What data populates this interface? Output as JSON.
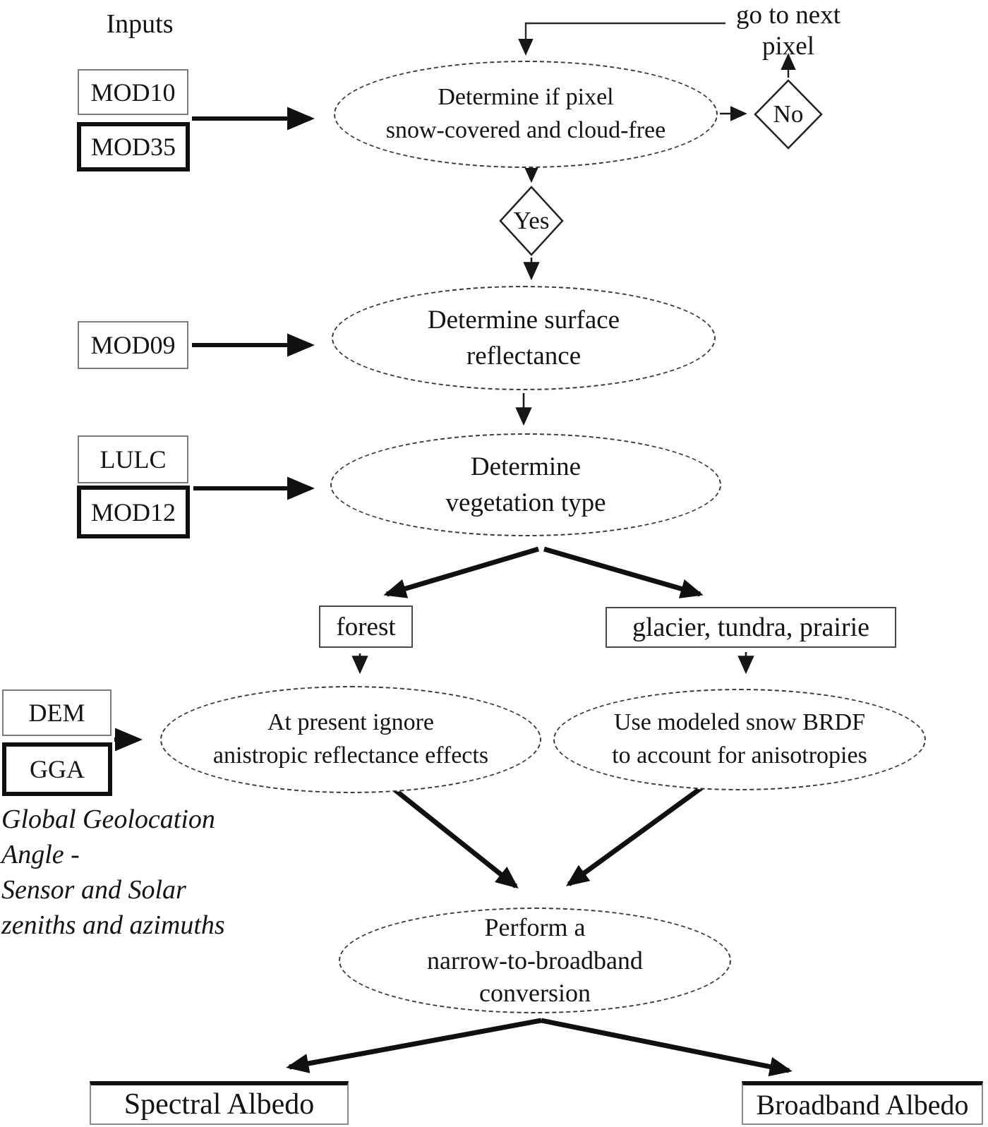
{
  "inputs": {
    "header": "Inputs",
    "mod10": "MOD10",
    "mod35": "MOD35",
    "mod09": "MOD09",
    "lulc": "LULC",
    "mod12": "MOD12",
    "dem": "DEM",
    "gga": "GGA"
  },
  "ellipses": {
    "snow_cloud": {
      "lines": [
        "Determine if pixel",
        "snow-covered and cloud-free"
      ]
    },
    "surface": {
      "lines": [
        "Determine surface",
        "reflectance"
      ]
    },
    "vegetation": {
      "lines": [
        "Determine",
        "vegetation type"
      ]
    },
    "anisotropic_ignore": {
      "lines": [
        "At present ignore",
        "anistropic reflectance effects"
      ]
    },
    "snow_brdf": {
      "lines": [
        "Use modeled snow BRDF",
        "to account for anisotropies"
      ]
    },
    "narrowband": {
      "lines": [
        "Perform a",
        "narrow-to-broadband",
        "conversion"
      ]
    }
  },
  "decisions": {
    "no": "No",
    "yes": "Yes"
  },
  "goto": {
    "lines": [
      "go to next",
      "pixel"
    ]
  },
  "branches": {
    "forest": "forest",
    "glacier": "glacier, tundra, prairie"
  },
  "outputs": {
    "spectral": "Spectral Albedo",
    "broadband": "Broadband Albedo"
  },
  "note": {
    "lines": [
      "Global Geolocation",
      "Angle -",
      "Sensor and Solar",
      "zeniths and azimuths"
    ]
  },
  "colors": {
    "ink": "#141414",
    "thin_border": "#7d7d7d",
    "thick_border": "#101010",
    "ellipse_border": "#3a3a3a",
    "background": "#ffffff"
  }
}
